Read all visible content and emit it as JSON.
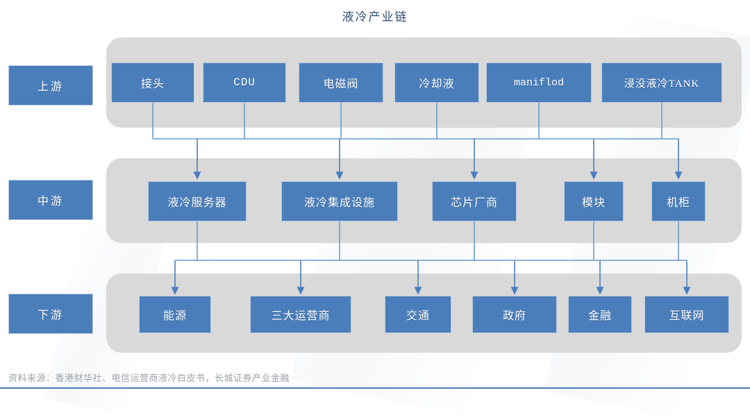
{
  "title": "液冷产业链",
  "source_note": "资料来源：香港财华社、电信运营商液冷白皮书，长城证券产业金融",
  "colors": {
    "node_fill": "#4A7EBB",
    "band_fill": "#D9D9D9",
    "connector": "#4A7EBB",
    "title_text": "#2F4D72",
    "source_text": "#9AA2AB"
  },
  "tiers": [
    {
      "label": "上游",
      "nodes": [
        {
          "label": "接头"
        },
        {
          "label": "CDU"
        },
        {
          "label": "电磁阀"
        },
        {
          "label": "冷却液"
        },
        {
          "label": "maniflod"
        },
        {
          "label": "浸没液冷TANK"
        }
      ]
    },
    {
      "label": "中游",
      "nodes": [
        {
          "label": "液冷服务器"
        },
        {
          "label": "液冷集成设施"
        },
        {
          "label": "芯片厂商"
        },
        {
          "label": "模块"
        },
        {
          "label": "机柜"
        }
      ]
    },
    {
      "label": "下游",
      "nodes": [
        {
          "label": "能源"
        },
        {
          "label": "三大运营商"
        },
        {
          "label": "交通"
        },
        {
          "label": "政府"
        },
        {
          "label": "金融"
        },
        {
          "label": "互联网"
        }
      ]
    }
  ],
  "chart_data": {
    "type": "diagram",
    "subtype": "flow-value-chain",
    "title": "液冷产业链",
    "orientation": "top-to-bottom",
    "tier_names": [
      "上游",
      "中游",
      "下游"
    ],
    "nodes": {
      "upstream": [
        "接头",
        "CDU",
        "电磁阀",
        "冷却液",
        "maniflod",
        "浸没液冷TANK"
      ],
      "midstream": [
        "液冷服务器",
        "液冷集成设施",
        "芯片厂商",
        "模块",
        "机柜"
      ],
      "downstream": [
        "能源",
        "三大运营商",
        "交通",
        "政府",
        "金融",
        "互联网"
      ]
    },
    "edges": [
      {
        "from_tier": "上游",
        "to_tier": "中游",
        "style": "bus-merge-then-arrow"
      },
      {
        "from_tier": "中游",
        "to_tier": "下游",
        "style": "bus-merge-then-arrow"
      }
    ],
    "legend": [],
    "annotations": [
      "资料来源：香港财华社、电信运营商液冷白皮书，长城证券产业金融"
    ]
  }
}
